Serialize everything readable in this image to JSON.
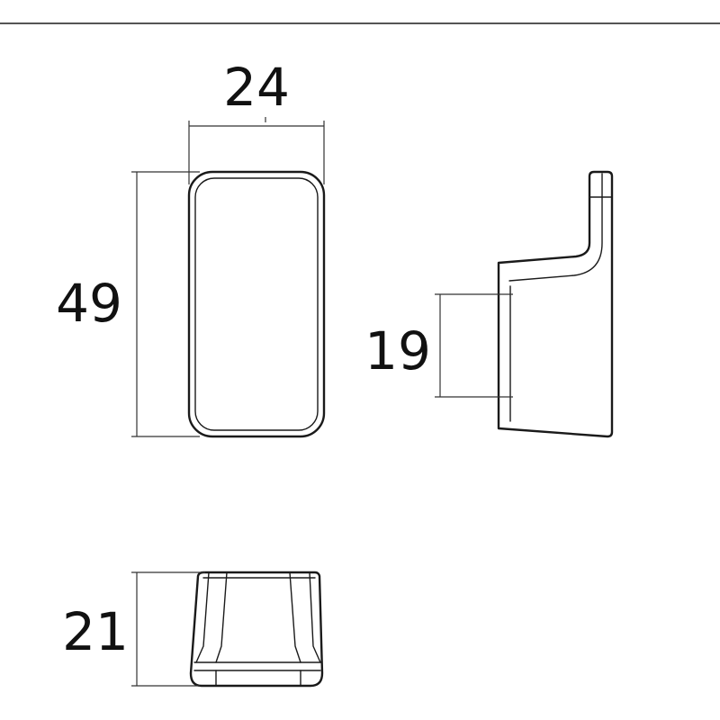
{
  "dimensions": {
    "width": "24",
    "height": "49",
    "side_spacing": "19",
    "depth": "21"
  },
  "colors": {
    "line": "#1a1a1a",
    "dimension_line": "#333333",
    "background": "#ffffff"
  }
}
